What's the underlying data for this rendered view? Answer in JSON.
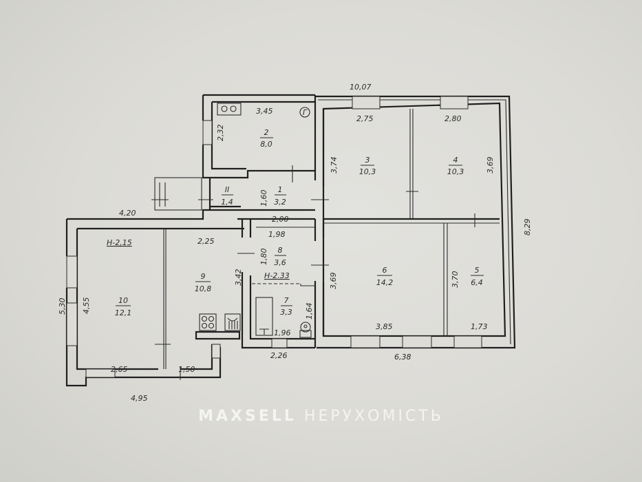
{
  "plan": {
    "overall": {
      "width_top": "10,07",
      "depth_right": "8,29",
      "bottom_left": "4,95",
      "bottom_mid": "2,26",
      "bottom_right": "6,38",
      "left_height": "5,30",
      "left_top": "4,20"
    },
    "rooms": [
      {
        "id": "1",
        "area": "3,2"
      },
      {
        "id": "2",
        "area": "8,0"
      },
      {
        "id": "3",
        "area": "10,3"
      },
      {
        "id": "4",
        "area": "10,3"
      },
      {
        "id": "5",
        "area": "6,4"
      },
      {
        "id": "6",
        "area": "14,2"
      },
      {
        "id": "7",
        "area": "3,3"
      },
      {
        "id": "8",
        "area": "3,6"
      },
      {
        "id": "9",
        "area": "10,8"
      },
      {
        "id": "10",
        "area": "12,1"
      },
      {
        "id": "II",
        "area": "1,4"
      }
    ],
    "dims": {
      "r2_w": "3,45",
      "r2_h": "2,32",
      "r3_w": "2,75",
      "r3_h": "3,74",
      "r4_w": "2,80",
      "r4_h": "3,69",
      "r1_h": "1,60",
      "r1_w": "2,00",
      "r8_w": "1,98",
      "r8_h": "1,80",
      "r7_w": "1,96",
      "r7_h": "1,64",
      "r9_w": "2,25",
      "r9_h": "3,42",
      "r9_door": "1,50",
      "r10_w": "2,65",
      "r10_h": "4,55",
      "r6_w": "3,85",
      "r6_h": "3,69",
      "r5_w": "1,73",
      "r5_h": "3,70"
    },
    "heights": {
      "h_left": "H-2,15",
      "h_mid": "H-2.33"
    },
    "symbols": {
      "boiler": "Г"
    }
  },
  "watermark": {
    "brand": "MAXSELL",
    "suffix": "НЕРУХОМІСТЬ"
  }
}
